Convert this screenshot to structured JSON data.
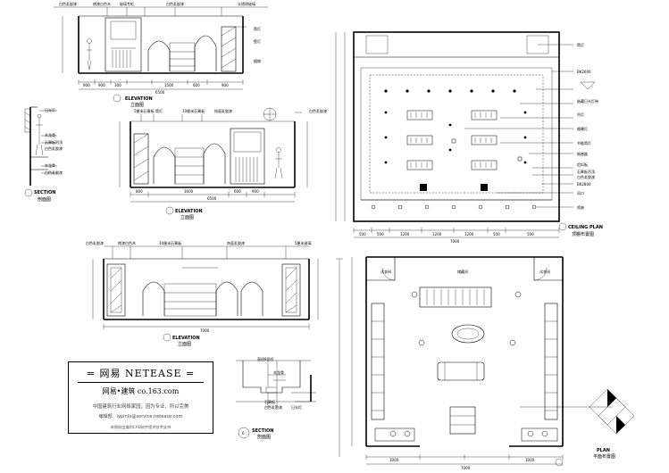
{
  "drawings": {
    "elevation_1": {
      "title": "ELEVATION",
      "subtitle": "立面图",
      "labels": [
        "白色乳胶漆",
        "烤漆白色木",
        "玻璃专柜",
        "白色乳胶漆",
        "半透明玻璃",
        "筒灯",
        "壁灯",
        "植物"
      ],
      "dims": [
        "900",
        "900",
        "300",
        "1500",
        "600",
        "900",
        "6500"
      ]
    },
    "elevation_2": {
      "title": "ELEVATION",
      "subtitle": "立面图",
      "labels": [
        "5厘米石膏板",
        "筒灯",
        "10厘米石膏板",
        "饰面乳胶漆",
        "白色乳胶漆"
      ],
      "dims": [
        "800",
        "3000",
        "600",
        "900",
        "6500"
      ]
    },
    "elevation_3": {
      "title": "ELEVATION",
      "subtitle": "立面图",
      "labels": [
        "白色乳胶漆",
        "烤漆白色木",
        "10厘米石膏板",
        "饰面乳胶漆",
        "5厘米玻璃"
      ],
      "dims": [
        "7000"
      ]
    },
    "section_1": {
      "title": "SECTION",
      "subtitle": "剖面图",
      "labels": [
        "日光灯",
        "木龙骨",
        "石膏板吊顶",
        "白色乳胶漆",
        "木龙骨",
        "白色乳胶漆"
      ]
    },
    "section_2": {
      "title": "SECTION",
      "subtitle": "剖面图",
      "marker": "6",
      "labels": [
        "直径8吊杆",
        "木龙骨",
        "石膏板",
        "白色乳胶漆",
        "日光灯"
      ]
    },
    "ceiling_plan": {
      "title": "CEILING PLAN",
      "subtitle": "顶棚布置图",
      "labels": [
        "筒灯",
        "BK2600",
        "嵌藏日光灯带",
        "吊灯",
        "格栅灯",
        "节能筒灯",
        "烟感器",
        "铝扣板",
        "石膏板吊顶",
        "白色乳胶漆",
        "BK2800",
        "风口",
        "喷淋"
      ],
      "dims": [
        "500",
        "500",
        "1200",
        "1200",
        "1200",
        "500",
        "500",
        "7000"
      ]
    },
    "floor_plan": {
      "title": "PLAN",
      "subtitle": "平面布置图",
      "labels": [
        "试衣间",
        "储藏间",
        "试衣间"
      ],
      "dims": [
        "3000",
        "3000",
        "7000"
      ]
    }
  },
  "stamp": {
    "title": "= 网易  NETEASE =",
    "site": "网易•建筑   co.163.com",
    "slogan": "中国建筑行业网络家园，因为专业，所以完美",
    "email": "编辑部：ivpinfo@service.netease.com",
    "footer": "本图纸由谦和CAD软件提供技术支持"
  }
}
